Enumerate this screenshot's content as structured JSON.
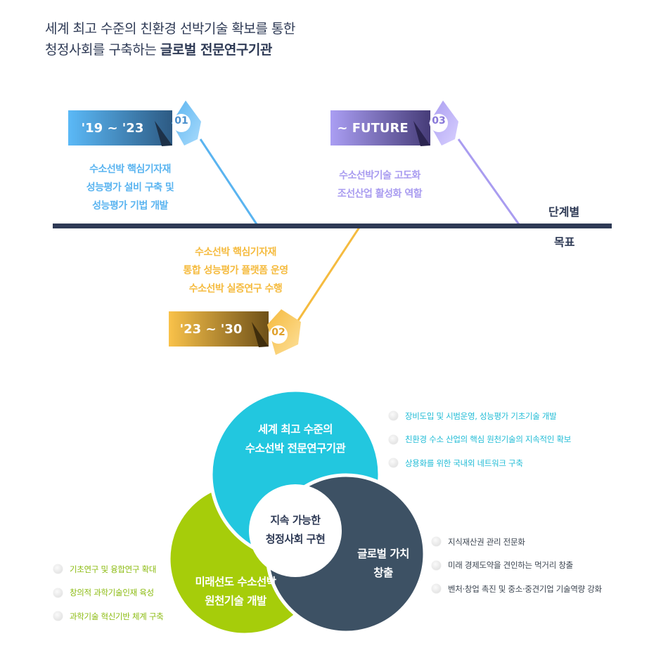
{
  "header": {
    "title_line1": "세계 최고 수준의 친환경 선박기술 확보를 통한",
    "title_line2_plain": "청정사회를 구축하는 ",
    "title_line2_bold": "글로벌 전문연구기관"
  },
  "timeline": {
    "stage_label_top": "단계별",
    "stage_label_bottom": "목표",
    "phases": [
      {
        "period": "'19 ~ '23",
        "number": "01",
        "color": "#5ab4f0",
        "lines": [
          "수소선박 핵심기자재",
          "성능평가 설비 구축 및",
          "성능평가 기법 개발"
        ]
      },
      {
        "period": "'23 ~ '30",
        "number": "02",
        "color": "#f5bb3f",
        "lines": [
          "수소선박 핵심기자재",
          "통합 성능평가 플랫폼 운영",
          "수소선박 실증연구 수행"
        ]
      },
      {
        "period": "~ FUTURE",
        "number": "03",
        "color": "#a99cf0",
        "lines": [
          "수소선박기술 고도화",
          "조선산업 활성화 역할"
        ]
      }
    ]
  },
  "diagram": {
    "center": [
      "지속 가능한",
      "청정사회 구현"
    ],
    "top": {
      "lines": [
        "세계 최고 수준의",
        "수소선박 전문연구기관"
      ],
      "color": "#22c7df",
      "items": [
        "장비도입 및 시범운영, 성능평가 기초기술 개발",
        "친환경 수소 산업의 핵심 원천기술의 지속적인 확보",
        "상용화를 위한 국내외 네트워크 구축"
      ]
    },
    "right": {
      "lines": [
        "글로벌 가치",
        "창출"
      ],
      "color": "#3d5164",
      "items": [
        "지식재산권 관리 전문화",
        "미래 경제도약을 견인하는 먹거리 창출",
        "벤처·창업 촉진 및 중소·중견기업 기술역량 강화"
      ]
    },
    "left": {
      "lines": [
        "미래선도 수소선박",
        "원천기술 개발"
      ],
      "color": "#a6cd0a",
      "items": [
        "기초연구 및 융합연구 확대",
        "창의적 과학기술인재 육성",
        "과학기술 혁신기반 체계 구축"
      ]
    }
  }
}
